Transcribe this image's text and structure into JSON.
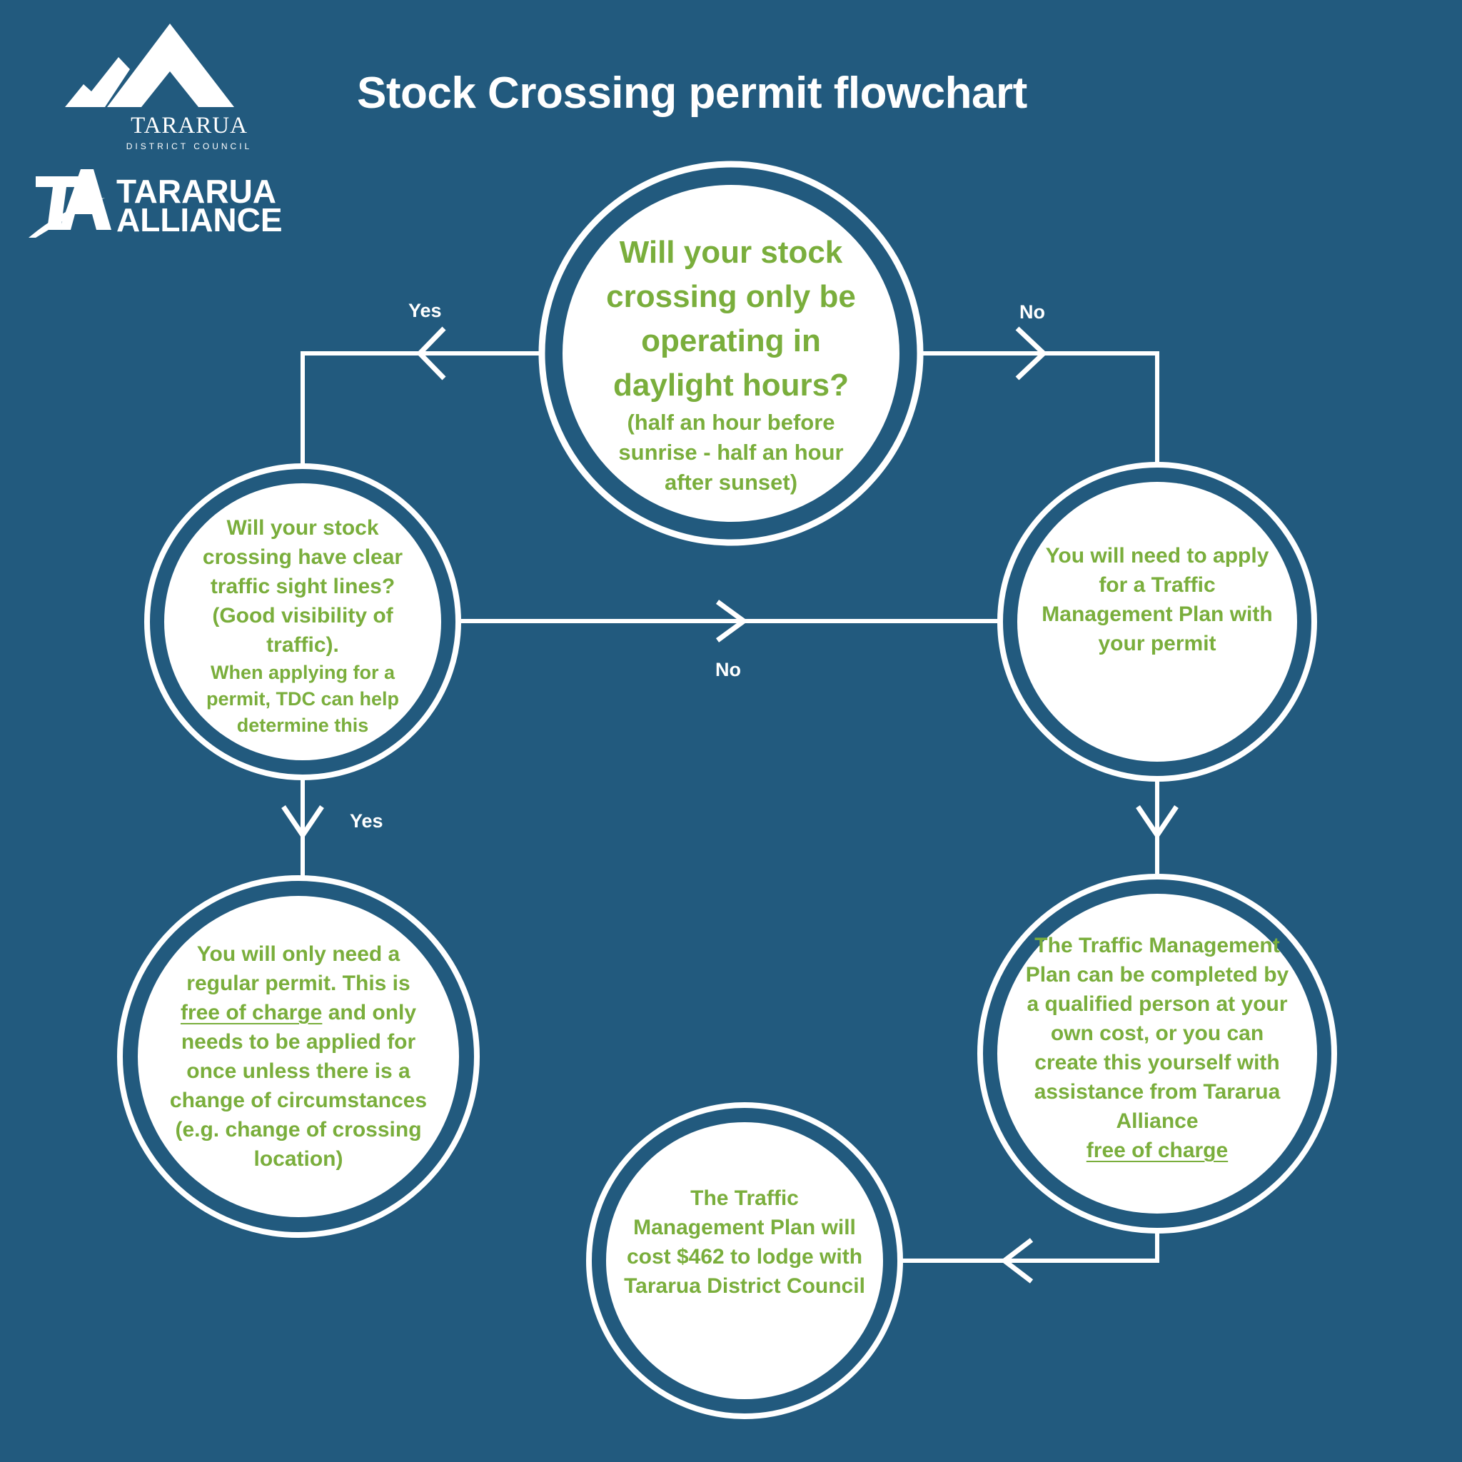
{
  "title": "Stock Crossing permit flowchart",
  "logos": {
    "council": {
      "name": "TARARUA",
      "subtitle": "DISTRICT COUNCIL",
      "icon": "mountain-icon"
    },
    "alliance": {
      "line1": "TARARUA",
      "line2": "ALLIANCE",
      "icon": "ta-monogram-icon"
    }
  },
  "colors": {
    "background": "#225a7e",
    "node_fill": "#ffffff",
    "text_green": "#7aae3c",
    "lines": "#ffffff"
  },
  "nodes": {
    "daylight": {
      "question": "Will your stock crossing only be operating in daylight hours?",
      "note": "(half an hour before sunrise - half an hour after sunset)"
    },
    "sightlines": {
      "question": "Will your stock crossing have clear traffic sight lines? (Good visibility of traffic).",
      "note": "When applying for a permit, TDC can help determine this"
    },
    "apply_tmp": {
      "text": "You will need to apply for a Traffic Management Plan with your permit"
    },
    "regular_permit": {
      "text_before": "You will only need a regular permit. This is",
      "emphasis": "free of charge",
      "text_after": "and only needs to be applied for once unless there is a change of circumstances (e.g. change of crossing location)"
    },
    "tmp_completion": {
      "text_before": "The Traffic Management Plan can be completed by a qualified person at your own cost, or you can create this yourself with assistance from Tararua Alliance",
      "emphasis": "free of charge"
    },
    "tmp_cost": {
      "text": "The Traffic Management Plan will cost $462 to lodge with Tararua District Council"
    }
  },
  "edges": [
    {
      "from": "daylight",
      "to": "sightlines",
      "label": "Yes"
    },
    {
      "from": "daylight",
      "to": "apply_tmp",
      "label": "No"
    },
    {
      "from": "sightlines",
      "to": "apply_tmp",
      "label": "No"
    },
    {
      "from": "sightlines",
      "to": "regular_permit",
      "label": "Yes"
    },
    {
      "from": "apply_tmp",
      "to": "tmp_completion",
      "label": ""
    },
    {
      "from": "tmp_completion",
      "to": "tmp_cost",
      "label": ""
    }
  ]
}
